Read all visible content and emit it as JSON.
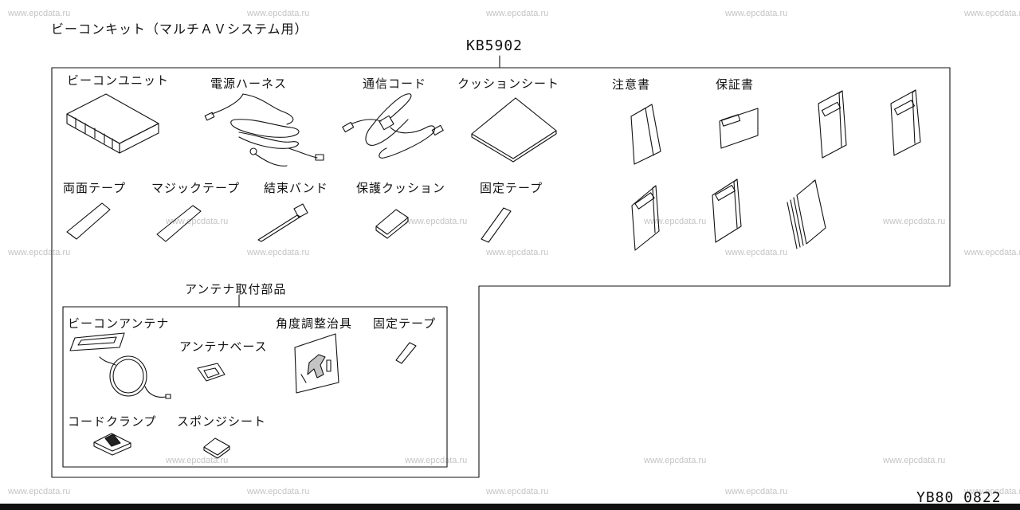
{
  "header": {
    "title": "ビーコンキット（マルチＡＶシステム用）",
    "kit_code": "KB5902",
    "page_code": "YB80 0822"
  },
  "watermark": "www.epcdata.ru",
  "kit_parts": {
    "beacon_unit": "ビーコンユニット",
    "power_harness": "電源ハーネス",
    "comm_cord": "通信コード",
    "cushion_sheet": "クッションシート",
    "caution_sheet": "注意書",
    "warranty": "保証書",
    "double_sided_tape": "両面テープ",
    "magic_tape": "マジックテープ",
    "cable_tie": "結束バンド",
    "protective_cushion": "保護クッション",
    "fixing_tape": "固定テープ"
  },
  "antenna_kit": {
    "title": "アンテナ取付部品",
    "beacon_antenna": "ビーコンアンテナ",
    "antenna_base": "アンテナベース",
    "angle_jig": "角度調整治具",
    "fixing_tape": "固定テープ",
    "cord_clamp": "コードクランプ",
    "sponge_sheet": "スポンジシート"
  },
  "colors": {
    "line": "#111111",
    "watermark": "#c4c4c4",
    "background": "#ffffff"
  }
}
